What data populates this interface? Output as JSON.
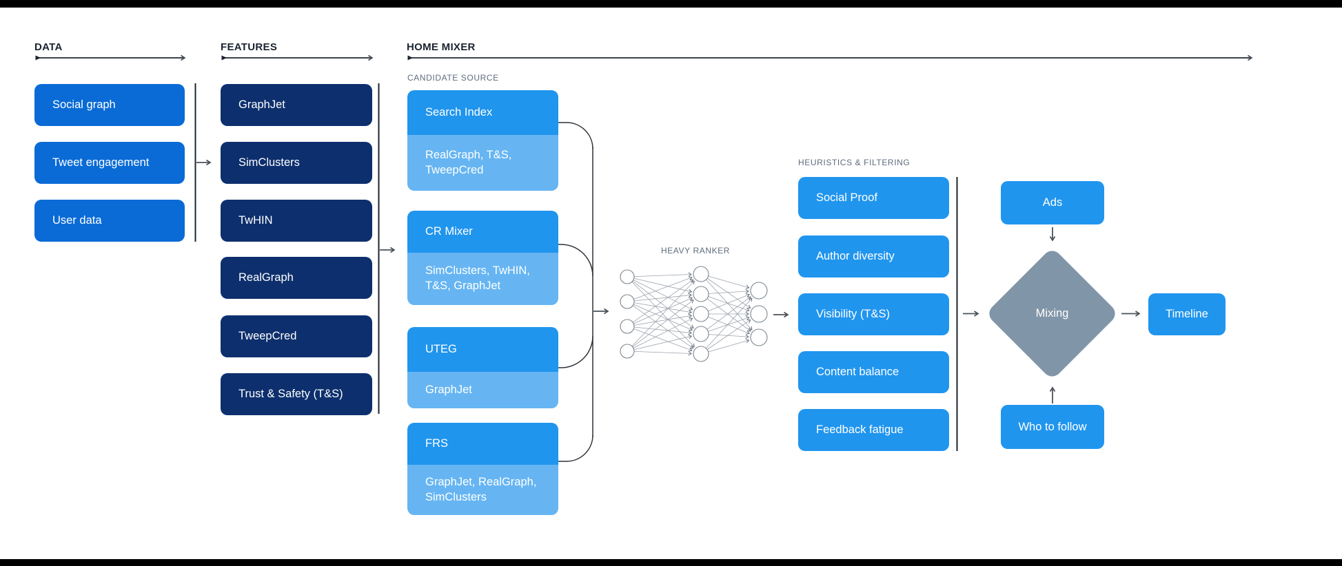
{
  "colors": {
    "page_bg": "#ffffff",
    "bar_black": "#000000",
    "data_blue": "#0a6bd6",
    "navy": "#0d2f6d",
    "bright_blue": "#2095ee",
    "light_blue": "#66b5f2",
    "diamond_gray": "#8195a8",
    "header_text": "#1b2330",
    "sublabel_text": "#5d6b7d",
    "box_text": "#ffffff",
    "line_dark": "#1e242c",
    "arrow_gray": "#4a5058",
    "net_line": "#9aa2ac",
    "net_node_stroke": "#7c8690"
  },
  "headers": {
    "data": "DATA",
    "features": "FEATURES",
    "home_mixer": "HOME MIXER"
  },
  "data_column": {
    "boxes": [
      "Social graph",
      "Tweet engagement",
      "User data"
    ]
  },
  "features_column": {
    "boxes": [
      "GraphJet",
      "SimClusters",
      "TwHIN",
      "RealGraph",
      "TweepCred",
      "Trust & Safety (T&S)"
    ]
  },
  "candidate_source": {
    "label": "CANDIDATE SOURCE",
    "boxes": [
      {
        "title": "Search Index",
        "sources": "RealGraph, T&S, TweepCred"
      },
      {
        "title": "CR Mixer",
        "sources": "SimClusters, TwHIN, T&S, GraphJet"
      },
      {
        "title": "UTEG",
        "sources": "GraphJet"
      },
      {
        "title": "FRS",
        "sources": "GraphJet, RealGraph, SimClusters"
      }
    ]
  },
  "heavy_ranker": {
    "label": "HEAVY RANKER",
    "network": {
      "input_nodes": 4,
      "hidden_nodes": 5,
      "output_nodes": 3
    }
  },
  "heuristics": {
    "label": "HEURISTICS & FILTERING",
    "boxes": [
      "Social Proof",
      "Author diversity",
      "Visibility (T&S)",
      "Content balance",
      "Feedback fatigue"
    ]
  },
  "mixing_stage": {
    "ads": "Ads",
    "diamond": "Mixing",
    "who_to_follow": "Who to follow",
    "timeline": "Timeline"
  }
}
